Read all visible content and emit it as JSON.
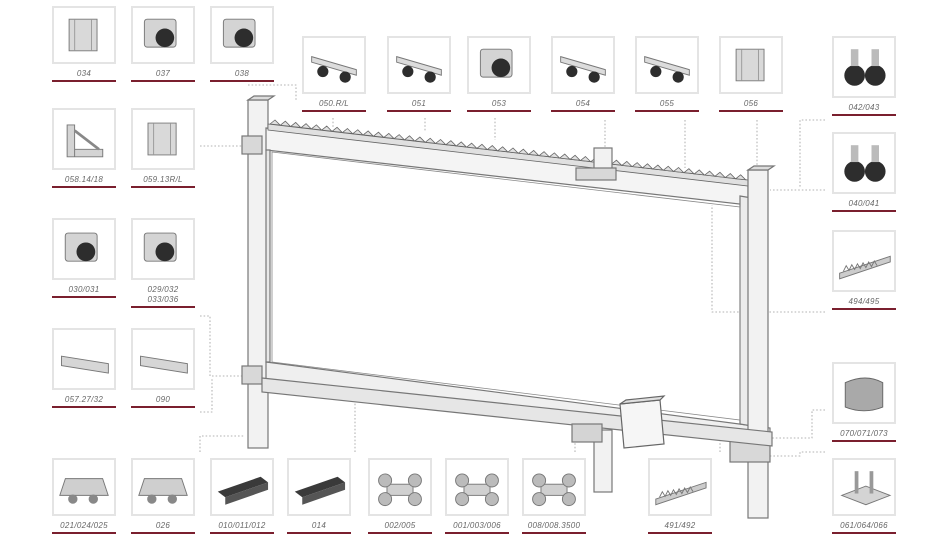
{
  "colors": {
    "accent": "#7a1f2e",
    "frame": "#b0b0b0"
  },
  "parts": [
    {
      "id": "p034",
      "code": "034",
      "icon": "bracket-plate-icon"
    },
    {
      "id": "p037",
      "code": "037",
      "icon": "end-roller-icon"
    },
    {
      "id": "p038",
      "code": "038",
      "icon": "end-roller-icon"
    },
    {
      "id": "p050",
      "code": "050.R/L",
      "icon": "roller-bar-icon"
    },
    {
      "id": "p051",
      "code": "051",
      "icon": "roller-bar-icon"
    },
    {
      "id": "p053",
      "code": "053",
      "icon": "end-roller-icon"
    },
    {
      "id": "p054",
      "code": "054",
      "icon": "roller-bar-icon"
    },
    {
      "id": "p055",
      "code": "055",
      "icon": "roller-bar-icon"
    },
    {
      "id": "p056",
      "code": "056",
      "icon": "bracket-plate-icon"
    },
    {
      "id": "p042",
      "code": "042/043",
      "icon": "guide-wheel-pair-icon"
    },
    {
      "id": "p058",
      "code": "058.14/18",
      "icon": "wall-bracket-icon"
    },
    {
      "id": "p059",
      "code": "059.13R/L",
      "icon": "bracket-plate-icon"
    },
    {
      "id": "p040",
      "code": "040/041",
      "icon": "guide-wheel-pair-icon"
    },
    {
      "id": "p030",
      "code": "030/031",
      "icon": "end-roller-icon"
    },
    {
      "id": "p029",
      "code": "029/032\n033/036",
      "icon": "end-roller-icon"
    },
    {
      "id": "p494",
      "code": "494/495",
      "icon": "toothed-rack-icon"
    },
    {
      "id": "p057",
      "code": "057.27/32",
      "icon": "flat-plate-icon"
    },
    {
      "id": "p090",
      "code": "090",
      "icon": "flat-plate-icon"
    },
    {
      "id": "p070",
      "code": "070/071/073",
      "icon": "end-stop-icon"
    },
    {
      "id": "p021",
      "code": "021/024/025",
      "icon": "trolley-icon"
    },
    {
      "id": "p026",
      "code": "026",
      "icon": "trolley-icon"
    },
    {
      "id": "p010",
      "code": "010/011/012",
      "icon": "rail-profile-icon"
    },
    {
      "id": "p014",
      "code": "014",
      "icon": "rail-profile-icon"
    },
    {
      "id": "p002",
      "code": "002/005",
      "icon": "roller-carriage-icon"
    },
    {
      "id": "p001",
      "code": "001/003/006",
      "icon": "roller-carriage-icon"
    },
    {
      "id": "p008",
      "code": "008/008.3500",
      "icon": "roller-carriage-icon"
    },
    {
      "id": "p491",
      "code": "491/492",
      "icon": "toothed-rack-icon"
    },
    {
      "id": "p061",
      "code": "061/064/066",
      "icon": "base-plate-icon"
    }
  ]
}
